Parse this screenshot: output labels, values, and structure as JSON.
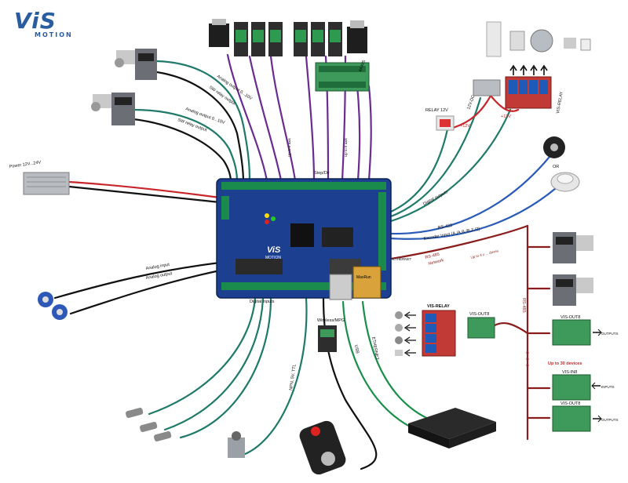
{
  "logo": {
    "main": "ViS",
    "sub": "MOTION"
  },
  "labels": {
    "analog_out_1": "Analog output 0...10V",
    "sw_relay_1": "SW relay output",
    "analog_out_2": "Analog output 0...10V",
    "sw_relay_2": "SW relay output",
    "power": "Power 12V...24V",
    "step_dir": "Step/Dir",
    "axis_a": "Up to 6 axis",
    "axis_b": "Up to 6 axis",
    "io_board": "4AXIS",
    "relay_12v": "RELAY 12V",
    "psu_12v": "12V-DC",
    "vis_relay_top": "VIS-RELAY",
    "plus12_a": "+12V",
    "plus12_b": "+12V",
    "digital_outputs": "Digital outputs",
    "or": "OR",
    "rs422": "RS-422",
    "encoder": "Encoder input (A,/A,B,/B,Z,/Z)",
    "rs485_net": "RS-485",
    "network": "Network",
    "rs485_vert": "RS-485",
    "vfd_text": "Up to 4 x ... drives",
    "ethernet_small": "ETHERNET",
    "analog_in": "Analog input",
    "analog_out_left": "Analog output",
    "digital_inputs": "Digital inputs",
    "wiring": "NPN, 5V, TTL",
    "pendant": "Wireless/MPG",
    "usb": "USB",
    "ethernet": "ETHERNET",
    "vis_relay_mid": "VIS-RELAY",
    "vis_out8_a": "VIS-OUT8",
    "vis_out8_b": "VIS-OUT8",
    "outputs_a": "OUTPUTS",
    "up_to_30": "Up to 30 devices",
    "vis_in8": "VIS-IN8",
    "inputs": "INPUTS",
    "vis_out8_c": "VIS-OUT8",
    "outputs_c": "OUTPUTS",
    "board_brand": "ViS",
    "board_sub": "MOTION",
    "module_label": "MaxRun"
  },
  "colors": {
    "board": "#1c3f8f",
    "teal": "#1f7a6a",
    "purple": "#6b2c91",
    "red": "#c8262b",
    "maroon": "#8a1c1c",
    "black": "#111111",
    "green": "#1a8f4a",
    "blue": "#2a5bb8",
    "relay_board": "#c23a35",
    "green_pcb": "#3d9a5a"
  }
}
